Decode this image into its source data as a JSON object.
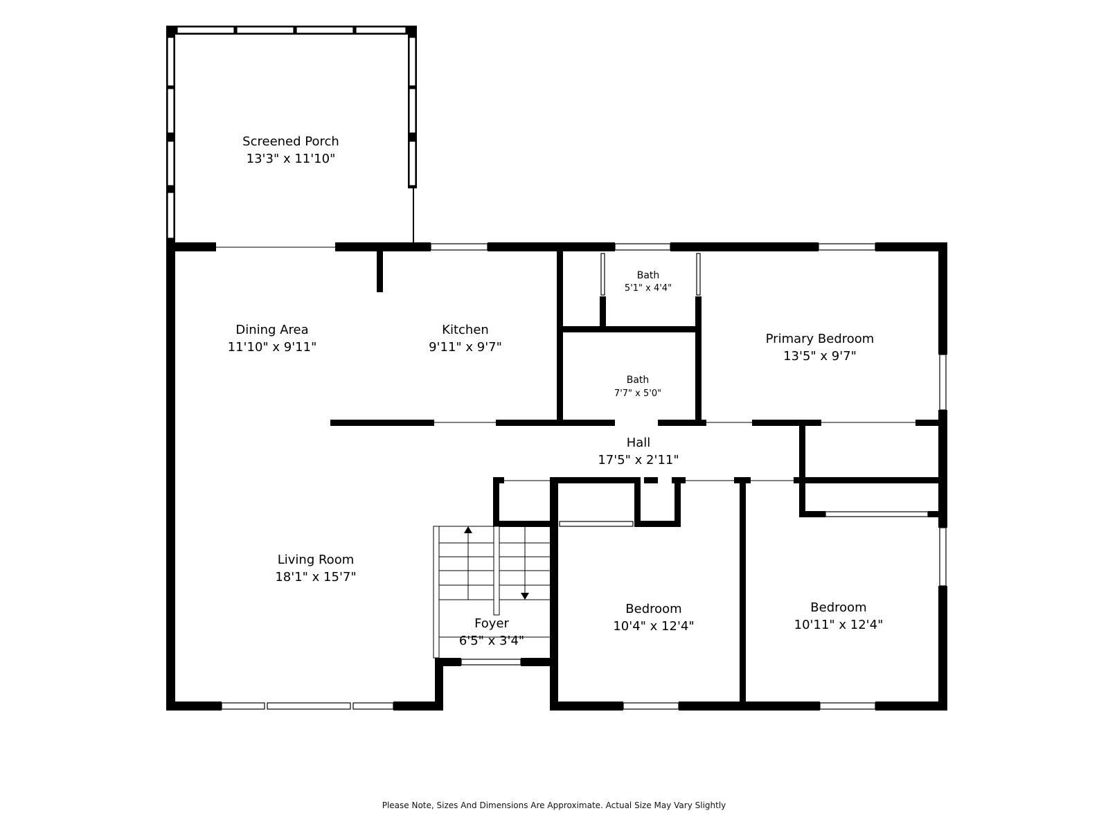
{
  "rooms": {
    "screened_porch": {
      "name": "Screened Porch",
      "dims": "13'3\" x 11'10\""
    },
    "dining_area": {
      "name": "Dining Area",
      "dims": "11'10\" x 9'11\""
    },
    "kitchen": {
      "name": "Kitchen",
      "dims": "9'11\" x 9'7\""
    },
    "bath_upper": {
      "name": "Bath",
      "dims": "5'1\" x 4'4\""
    },
    "bath_lower": {
      "name": "Bath",
      "dims": "7'7\" x 5'0\""
    },
    "primary_bedroom": {
      "name": "Primary Bedroom",
      "dims": "13'5\" x 9'7\""
    },
    "hall": {
      "name": "Hall",
      "dims": "17'5\" x 2'11\""
    },
    "living_room": {
      "name": "Living Room",
      "dims": "18'1\" x 15'7\""
    },
    "foyer": {
      "name": "Foyer",
      "dims": "6'5\" x 3'4\""
    },
    "bedroom_left": {
      "name": "Bedroom",
      "dims": "10'4\" x 12'4\""
    },
    "bedroom_right": {
      "name": "Bedroom",
      "dims": "10'11\" x 12'4\""
    }
  },
  "footer": {
    "note": "Please Note, Sizes And Dimensions Are Approximate. Actual Size May Vary Slightly"
  },
  "colors": {
    "wall": "#000000",
    "window_frame": "#000000",
    "window_fill": "#ffffff",
    "background": "#ffffff"
  }
}
